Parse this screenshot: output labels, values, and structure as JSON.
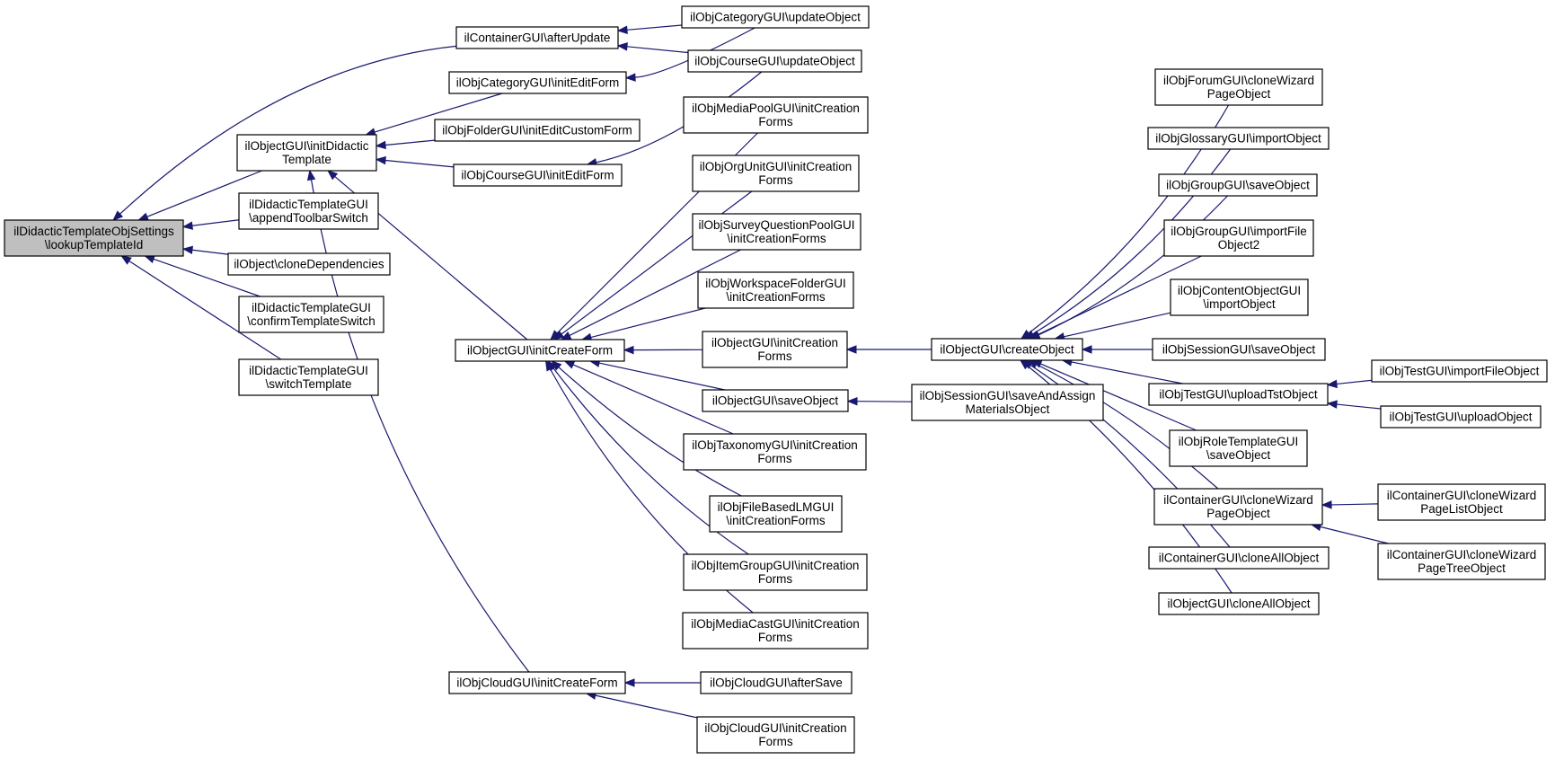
{
  "colors": {
    "edge": "#191970",
    "root_fill": "#bfbfbf",
    "node_fill": "#ffffff",
    "node_border": "#000000"
  },
  "nodes": {
    "root": [
      "ilDidacticTemplateObjSettings",
      "\\lookupTemplateId"
    ],
    "contAfterUpdate": [
      "ilContainerGUI\\afterUpdate"
    ],
    "catInitEditForm": [
      "ilObjCategoryGUI\\initEditForm"
    ],
    "objInitDidactic": [
      "ilObjectGUI\\initDidactic",
      "Template"
    ],
    "folderInitEditCustom": [
      "ilObjFolderGUI\\initEditCustomForm"
    ],
    "courseInitEditForm": [
      "ilObjCourseGUI\\initEditForm"
    ],
    "didAppendToolbar": [
      "ilDidacticTemplateGUI",
      "\\appendToolbarSwitch"
    ],
    "objCloneDeps": [
      "ilObject\\cloneDependencies"
    ],
    "didConfirmSwitch": [
      "ilDidacticTemplateGUI",
      "\\confirmTemplateSwitch"
    ],
    "didSwitchTemplate": [
      "ilDidacticTemplateGUI",
      "\\switchTemplate"
    ],
    "catUpdateObject": [
      "ilObjCategoryGUI\\updateObject"
    ],
    "courseUpdateObject": [
      "ilObjCourseGUI\\updateObject"
    ],
    "mediaPoolInitCreation": [
      "ilObjMediaPoolGUI\\initCreation",
      "Forms"
    ],
    "orgUnitInitCreation": [
      "ilObjOrgUnitGUI\\initCreation",
      "Forms"
    ],
    "surveyQPInitCreation": [
      "ilObjSurveyQuestionPoolGUI",
      "\\initCreationForms"
    ],
    "wsFolderInitCreation": [
      "ilObjWorkspaceFolderGUI",
      "\\initCreationForms"
    ],
    "objInitCreateForm": [
      "ilObjectGUI\\initCreateForm"
    ],
    "objInitCreationForms": [
      "ilObjectGUI\\initCreation",
      "Forms"
    ],
    "objSaveObject": [
      "ilObjectGUI\\saveObject"
    ],
    "taxInitCreation": [
      "ilObjTaxonomyGUI\\initCreation",
      "Forms"
    ],
    "fileLMInitCreation": [
      "ilObjFileBasedLMGUI",
      "\\initCreationForms"
    ],
    "itemGroupInitCreation": [
      "ilObjItemGroupGUI\\initCreation",
      "Forms"
    ],
    "mediaCastInitCreation": [
      "ilObjMediaCastGUI\\initCreation",
      "Forms"
    ],
    "cloudInitCreateForm": [
      "ilObjCloudGUI\\initCreateForm"
    ],
    "cloudAfterSave": [
      "ilObjCloudGUI\\afterSave"
    ],
    "cloudInitCreation": [
      "ilObjCloudGUI\\initCreation",
      "Forms"
    ],
    "objCreateObject": [
      "ilObjectGUI\\createObject"
    ],
    "sessSaveAndAssign": [
      "ilObjSessionGUI\\saveAndAssign",
      "MaterialsObject"
    ],
    "forumCloneWizard": [
      "ilObjForumGUI\\cloneWizard",
      "PageObject"
    ],
    "glossaryImport": [
      "ilObjGlossaryGUI\\importObject"
    ],
    "groupSave": [
      "ilObjGroupGUI\\saveObject"
    ],
    "groupImportFile": [
      "ilObjGroupGUI\\importFile",
      "Object2"
    ],
    "contentObjImport": [
      "ilObjContentObjectGUI",
      "\\importObject"
    ],
    "sessSave": [
      "ilObjSessionGUI\\saveObject"
    ],
    "testUploadTst": [
      "ilObjTestGUI\\uploadTstObject"
    ],
    "roleTemplateSave": [
      "ilObjRoleTemplateGUI",
      "\\saveObject"
    ],
    "contCloneWizard": [
      "ilContainerGUI\\cloneWizard",
      "PageObject"
    ],
    "contCloneAll": [
      "ilContainerGUI\\cloneAllObject"
    ],
    "objCloneAll": [
      "ilObjectGUI\\cloneAllObject"
    ],
    "testImportFile": [
      "ilObjTestGUI\\importFileObject"
    ],
    "testUpload": [
      "ilObjTestGUI\\uploadObject"
    ],
    "contCloneWizardList": [
      "ilContainerGUI\\cloneWizard",
      "PageListObject"
    ],
    "contCloneWizardTree": [
      "ilContainerGUI\\cloneWizard",
      "PageTreeObject"
    ]
  }
}
